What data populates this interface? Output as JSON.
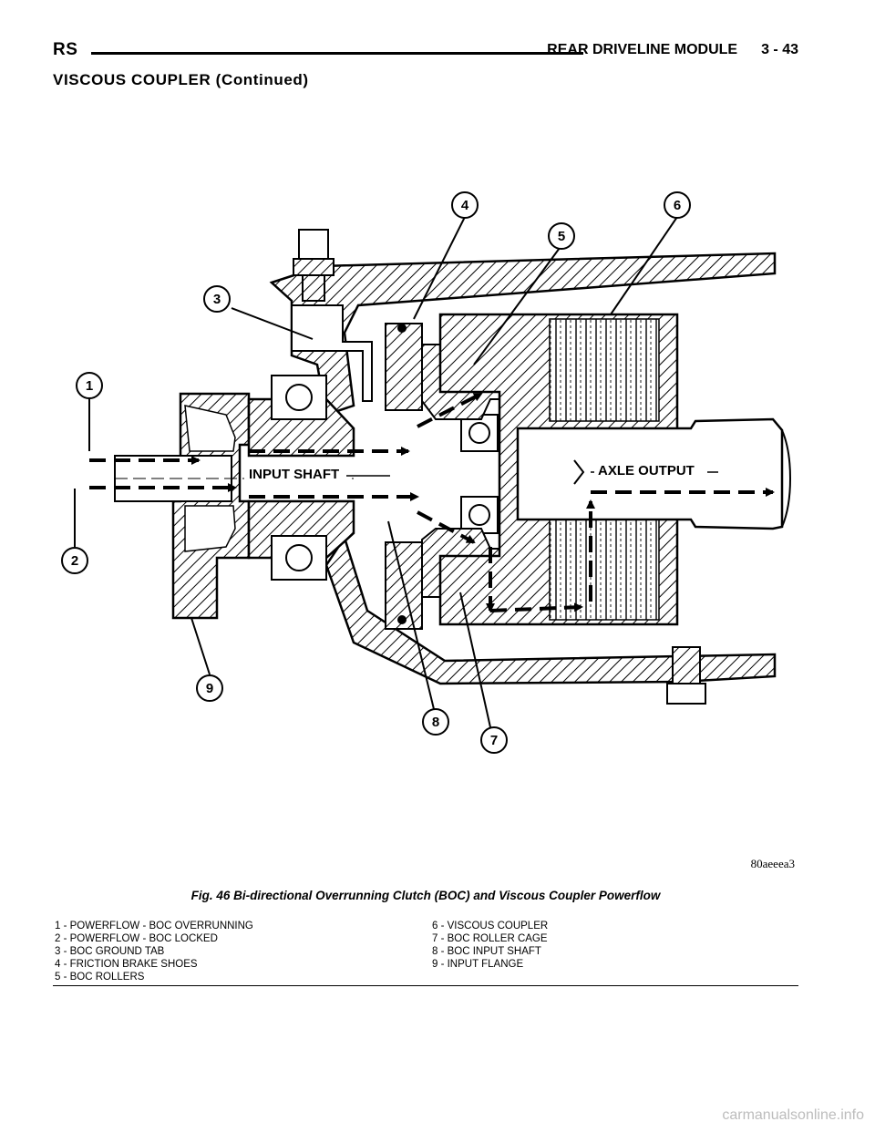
{
  "header": {
    "left": "RS",
    "section": "REAR DRIVELINE MODULE",
    "page": "3 - 43"
  },
  "section_title": "VISCOUS COUPLER (Continued)",
  "figure": {
    "shaft_label_input": "INPUT SHAFT",
    "shaft_label_output": "AXLE OUTPUT",
    "figure_code": "80aeeea3",
    "callouts": [
      "1",
      "2",
      "3",
      "4",
      "5",
      "6",
      "7",
      "8",
      "9"
    ]
  },
  "caption": "Fig. 46 Bi-directional Overrunning Clutch (BOC) and Viscous Coupler Powerflow",
  "legend": {
    "left": [
      "1 - POWERFLOW - BOC OVERRUNNING",
      "2 - POWERFLOW - BOC LOCKED",
      "3 - BOC GROUND TAB",
      "4 - FRICTION BRAKE SHOES",
      "5 - BOC ROLLERS"
    ],
    "right": [
      "6 - VISCOUS COUPLER",
      "7 - BOC ROLLER CAGE",
      "8 - BOC INPUT SHAFT",
      "9 - INPUT FLANGE"
    ]
  },
  "watermark": "carmanualsonline.info"
}
